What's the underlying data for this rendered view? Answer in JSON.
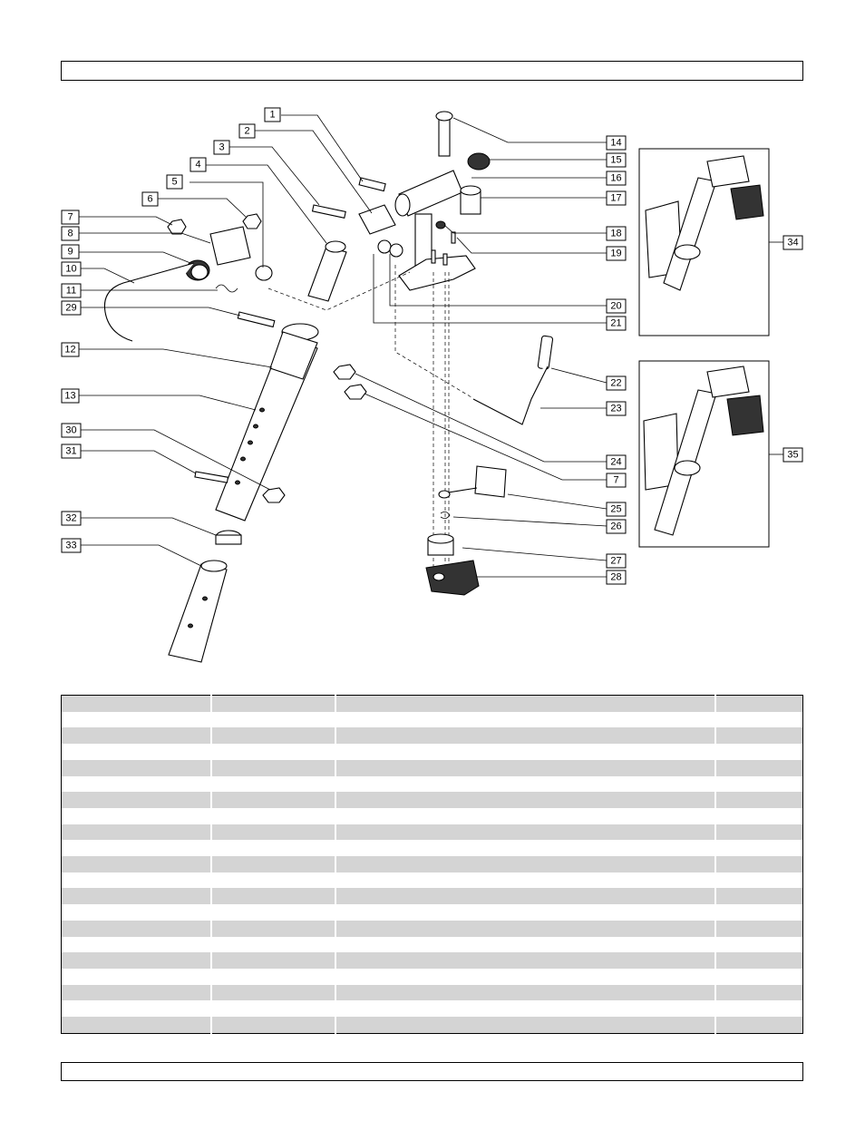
{
  "callouts": {
    "c1": "1",
    "c2": "2",
    "c3": "3",
    "c4": "4",
    "c5": "5",
    "c6": "6",
    "c7a": "7",
    "c8": "8",
    "c9": "9",
    "c10": "10",
    "c11": "11",
    "c29": "29",
    "c12": "12",
    "c13": "13",
    "c30": "30",
    "c31": "31",
    "c32": "32",
    "c33": "33",
    "c14": "14",
    "c15": "15",
    "c16": "16",
    "c17": "17",
    "c18": "18",
    "c19": "19",
    "c20": "20",
    "c21": "21",
    "c22": "22",
    "c23": "23",
    "c24": "24",
    "c7b": "7",
    "c25": "25",
    "c26": "26",
    "c27": "27",
    "c28": "28",
    "c34": "34",
    "c35": "35"
  },
  "table": {
    "rows": 21,
    "columns": 4
  },
  "colors": {
    "row_shade": "#d4d4d4",
    "line": "#000000"
  }
}
